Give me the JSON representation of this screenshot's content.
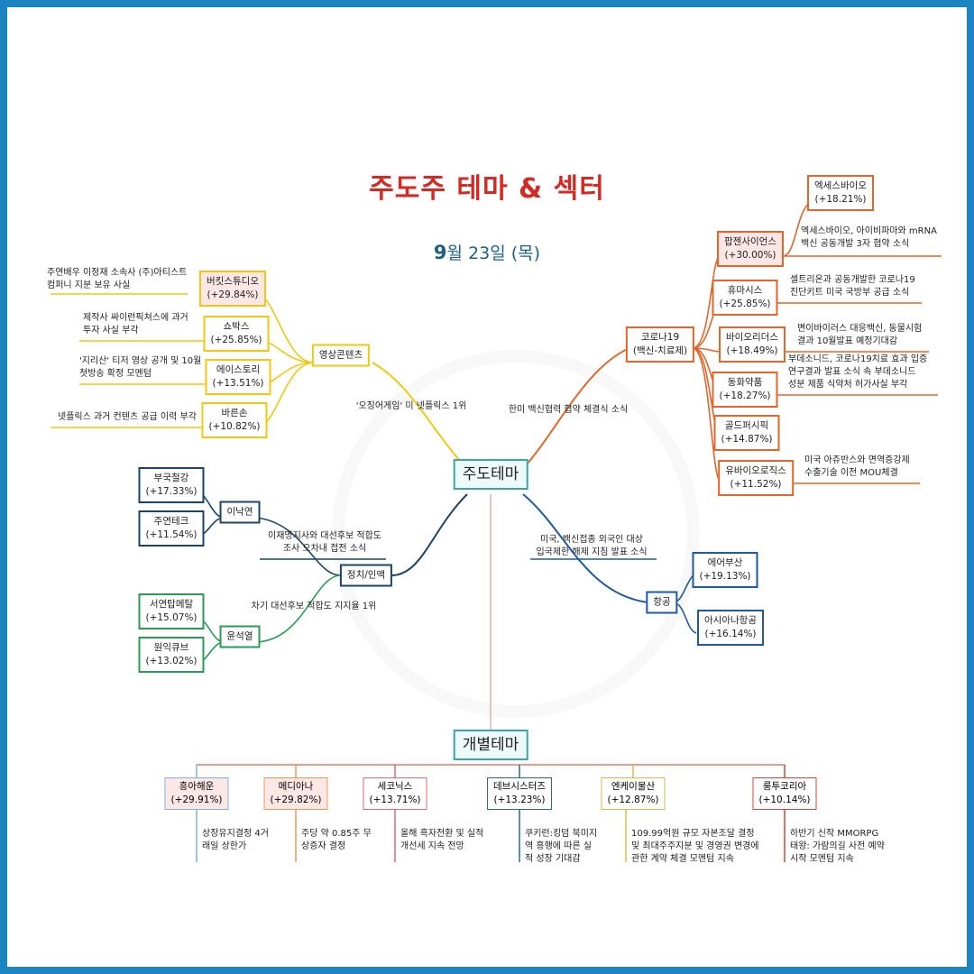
{
  "title": "주도주 테마 & 섹터",
  "date": {
    "day_num": "9",
    "rest": "월 23일 (목)"
  },
  "center": {
    "label": "주도테마"
  },
  "individual_root": {
    "label": "개별테마"
  },
  "sectors": {
    "content": {
      "label": "영상콘텐츠",
      "reason": "'오징어게임' 미 넷플릭스 1위",
      "stocks": [
        {
          "name": "버킷스튜디오",
          "pct": "(+29.84%)",
          "note1": "주연배우 이정재 소속사 (주)아티스트",
          "note2": "컴퍼니 지분 보유 사실"
        },
        {
          "name": "쇼박스",
          "pct": "(+25.85%)",
          "note1": "제작사 싸이런픽쳐스에 과거",
          "note2": "투자 사실 부각"
        },
        {
          "name": "에이스토리",
          "pct": "(+13.51%)",
          "note1": "'지리산' 티저 영상 공개 및 10월",
          "note2": "첫방송 확정 모멘텀"
        },
        {
          "name": "바른손",
          "pct": "(+10.82%)",
          "note1": "넷플릭스 과거 컨텐츠 공급 이력 부각",
          "note2": ""
        }
      ]
    },
    "covid": {
      "label1": "코로나19",
      "label2": "(백신-치료제)",
      "reason": "한미 백신협력 협약 체결식 소식",
      "stocks": [
        {
          "name": "팝젠사이언스",
          "pct": "(+30.00%)",
          "note1": "엑세스바이오, 아이비파마와 mRNA",
          "note2": "백신 공동개발 3자 협약 소식"
        },
        {
          "name": "휴마시스",
          "pct": "(+25.85%)",
          "note1": "셀트리온과 공동개발한 코로나19",
          "note2": "진단키트 미국 국방부 공급 소식"
        },
        {
          "name": "바이오리더스",
          "pct": "(+18.49%)",
          "note1": "변이바이러스 대응백신, 동물시험",
          "note2": "결과 10월발표 예정기대감"
        },
        {
          "name": "동화약품",
          "pct": "(+18.27%)",
          "note1": "부데소니드, 코로나19치료 효과 입증",
          "note2": "연구결과 발표 소식 속 부데소니드",
          "note3": "성분 제품 식약처 허가사실 부각"
        },
        {
          "name": "골드퍼시픽",
          "pct": "(+14.87%)",
          "note1": "",
          "note2": ""
        },
        {
          "name": "유바이오로직스",
          "pct": "(+11.52%)",
          "note1": "미국 아쥬반스와 면역증강제",
          "note2": "수출기술 이전 MOU체결"
        }
      ],
      "sub": {
        "name": "엑세스바이오",
        "pct": "(+18.21%)"
      }
    },
    "politics": {
      "label": "정치/인맥",
      "groups": [
        {
          "name": "이낙연",
          "reason1": "이재명지사와 대선후보 적합도",
          "reason2": "조사 오차내 접전 소식",
          "stocks": [
            {
              "name": "부국철강",
              "pct": "(+17.33%)"
            },
            {
              "name": "주연테크",
              "pct": "(+11.54%)"
            }
          ]
        },
        {
          "name": "윤석열",
          "reason1": "차기 대선후보 적합도 지지율 1위",
          "reason2": "",
          "stocks": [
            {
              "name": "서연탑메탈",
              "pct": "(+15.07%)"
            },
            {
              "name": "원익큐브",
              "pct": "(+13.02%)"
            }
          ]
        }
      ]
    },
    "airline": {
      "label": "항공",
      "reason1": "미국, 백신접종 외국인 대상",
      "reason2": "입국제한 해제 지침 발표 소식",
      "stocks": [
        {
          "name": "에어부산",
          "pct": "(+19.13%)"
        },
        {
          "name": "아시아나항공",
          "pct": "(+16.14%)"
        }
      ]
    }
  },
  "individual": [
    {
      "name": "흥아해운",
      "pct": "(+29.91%)",
      "color": "#7fb3e0",
      "note1": "상장유지결정 4거",
      "note2": "래일 상한가",
      "note3": ""
    },
    {
      "name": "메디아나",
      "pct": "(+29.82%)",
      "color": "#e89a5a",
      "note1": "주당 약 0.85주 무",
      "note2": "상증자 결정",
      "note3": ""
    },
    {
      "name": "세코닉스",
      "pct": "(+13.71%)",
      "color": "#e3667a",
      "note1": "올해 흑자전환 및 실적",
      "note2": "개선세 지속 전망",
      "note3": ""
    },
    {
      "name": "데브시스터즈",
      "pct": "(+13.23%)",
      "color": "#2a6a78",
      "note1": "쿠키런:킹덤 북미지",
      "note2": "역 흥행에 따른 실",
      "note3": "적 성장 기대감"
    },
    {
      "name": "엔케이물산",
      "pct": "(+12.87%)",
      "color": "#e0b84a",
      "note1": "109.99억원 규모 자본조달 결정",
      "note2": "및 최대주주지분 및 경영권 변경에",
      "note3": "관한 계약 체결 모멘텀 지속"
    },
    {
      "name": "룽투코리아",
      "pct": "(+10.14%)",
      "color": "#d0483a",
      "note1": "하반기 신작 MMORPG",
      "note2": "태왕: 가람의길 사전 예약",
      "note3": "시작 모멘텀 지속"
    }
  ],
  "colors": {
    "title": "#d42a24",
    "content": "#f0c814",
    "covid": "#e2662b",
    "politics": "#1b4466",
    "yoon": "#2a9a56",
    "airline": "#1f5aa0",
    "center": "#3aa6a4"
  }
}
